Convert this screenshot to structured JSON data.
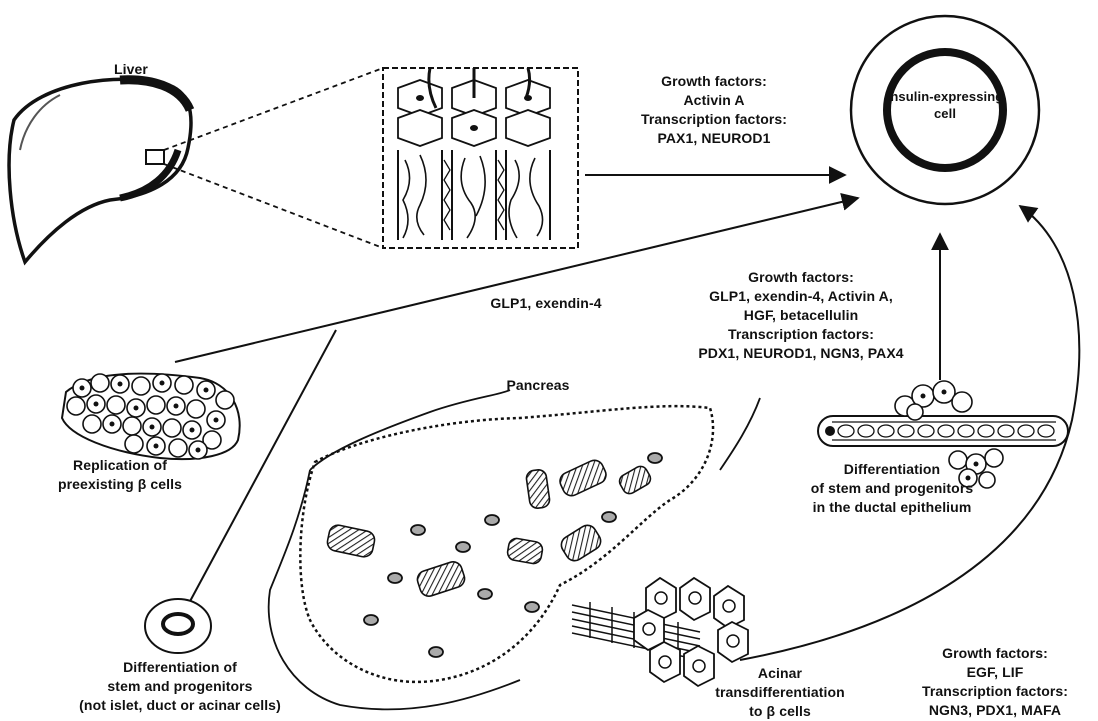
{
  "liver": {
    "label": "Liver"
  },
  "target_cell": {
    "label_lines": [
      "Insulin-expressing",
      "cell"
    ]
  },
  "liver_pathway": {
    "lines": [
      "Growth factors:",
      "Activin A",
      "Transcription factors:",
      "PAX1, NEUROD1"
    ]
  },
  "replication_pathway": {
    "factor_label": "GLP1, exendin-4"
  },
  "ductal_pathway": {
    "lines": [
      "Growth factors:",
      "GLP1, exendin-4, Activin A,",
      "HGF, betacellulin",
      "Transcription factors:",
      "PDX1, NEUROD1, NGN3, PAX4"
    ]
  },
  "pancreas": {
    "label": "Pancreas"
  },
  "replication": {
    "lines": [
      "Replication of",
      "preexisting β cells"
    ]
  },
  "ductal": {
    "lines": [
      "Differentiation",
      "of stem and progenitors",
      "in the ductal epithelium"
    ]
  },
  "stem": {
    "lines": [
      "Differentiation of",
      "stem and progenitors",
      "(not islet, duct or acinar cells)"
    ]
  },
  "acinar": {
    "lines": [
      "Acinar",
      "transdifferentiation",
      "to β cells"
    ]
  },
  "acinar_pathway": {
    "lines": [
      "Growth factors:",
      "EGF, LIF",
      "Transcription factors:",
      "NGN3, PDX1, MAFA"
    ]
  }
}
